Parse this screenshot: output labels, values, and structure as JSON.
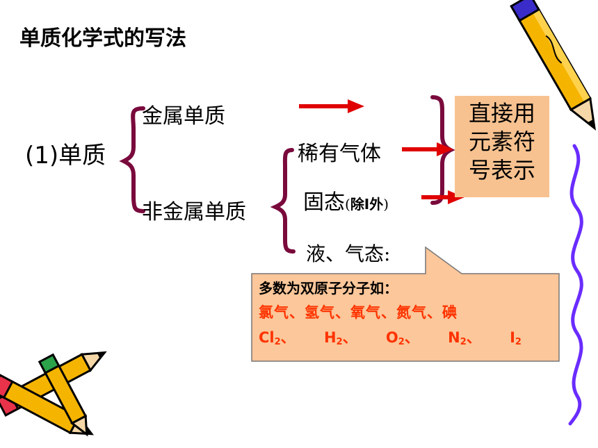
{
  "slide": {
    "title": "单质化学式的写法",
    "root_label": "(1)单质",
    "branch_metal": "金属单质",
    "branch_nonmetal": "非金属单质",
    "sub_noble": "稀有气体",
    "sub_solid": "固态",
    "sub_solid_note_open": "(",
    "sub_solid_note": "除I外",
    "sub_solid_note_close": ")",
    "sub_liquid_gas": "液、气态:",
    "result_lines": [
      "直接用",
      "元素符",
      "号表示"
    ],
    "callout": {
      "line1": "多数为双原子分子如：",
      "line2": "氯气、氢气、氧气、氮气、碘",
      "formulas": [
        {
          "symbol": "Cl",
          "sub": "2",
          "sep": "、"
        },
        {
          "symbol": "H",
          "sub": "2",
          "sep": "、"
        },
        {
          "symbol": "O",
          "sub": "2",
          "sep": "、"
        },
        {
          "symbol": "N",
          "sub": "2",
          "sep": "、"
        },
        {
          "symbol": "I",
          "sub": "2",
          "sep": ""
        }
      ]
    },
    "colors": {
      "arrow": "#e00000",
      "brace": "#7a0a3c",
      "result_box": "#f7c290",
      "callout_fill": "#fcc79a",
      "callout_text_red": "#ff3300",
      "decor_line": "#6a2cff"
    }
  }
}
